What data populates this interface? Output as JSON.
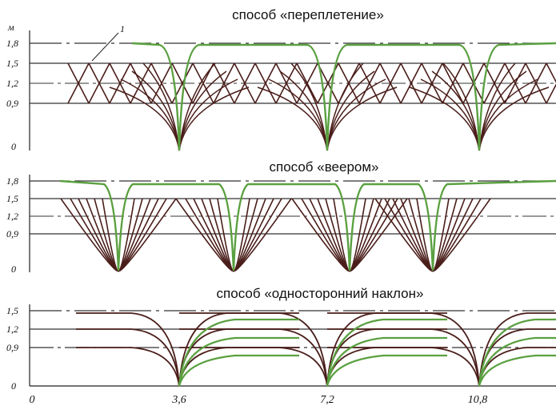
{
  "panels": [
    {
      "title": "способ «переплетение»",
      "unit": "м",
      "callout": "1",
      "y_ticks": [
        "1,8",
        "1,5",
        "1,2",
        "0,9",
        "0"
      ]
    },
    {
      "title": "способ «веером»",
      "y_ticks": [
        "1,8",
        "1,5",
        "1,2",
        "0,9",
        "0"
      ]
    },
    {
      "title": "способ «односторонний наклон»",
      "y_ticks": [
        "1,5",
        "1,2",
        "0,9",
        "0"
      ]
    }
  ],
  "x_ticks": [
    "0",
    "3,6",
    "7,2",
    "10,8"
  ],
  "colors": {
    "line": "#2a2a2a",
    "curve_dark": "#4a1e1a",
    "curve_green": "#5aa040",
    "accent_red": "#b0503c"
  }
}
